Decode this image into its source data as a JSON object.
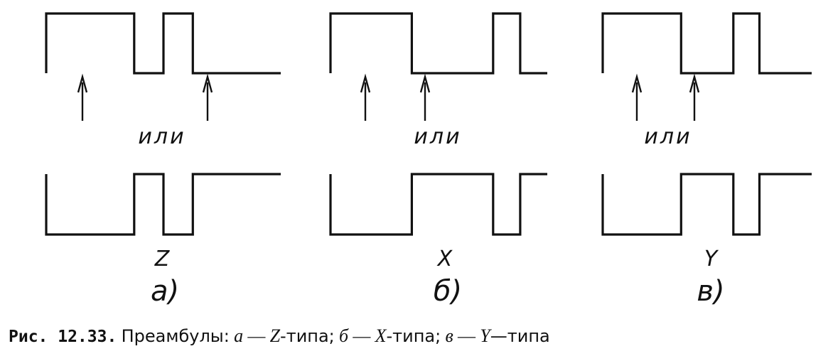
{
  "diagram": {
    "panels": [
      {
        "id": "a",
        "or_label": "или",
        "preamble_letter": "Z",
        "sub_label": "а)",
        "top_levels": [
          1,
          1,
          1,
          0,
          1,
          0,
          0,
          0
        ],
        "arrows_top": [
          1,
          6
        ]
      },
      {
        "id": "b",
        "or_label": "или",
        "preamble_letter": "X",
        "sub_label": "б)",
        "top_levels": [
          1,
          1,
          1,
          0,
          0,
          0,
          1,
          0
        ],
        "arrows_top": [
          1,
          4
        ]
      },
      {
        "id": "c",
        "or_label": "или",
        "preamble_letter": "Y",
        "sub_label": "в)",
        "top_levels": [
          1,
          1,
          1,
          0,
          0,
          1,
          0,
          0
        ],
        "arrows_top": [
          1,
          4
        ]
      }
    ],
    "stroke_color": "#111111"
  },
  "caption": {
    "figure_number": "Рис. 12.33.",
    "title": "Преамбулы:",
    "parts": [
      {
        "letter": "а",
        "dash": " — ",
        "type": "Z",
        "suffix": "-типа;"
      },
      {
        "letter": "б",
        "dash": " — ",
        "type": "X",
        "suffix": "-типа;"
      },
      {
        "letter": "в",
        "dash": " — ",
        "type": "Y",
        "suffix": "—типа"
      }
    ]
  }
}
